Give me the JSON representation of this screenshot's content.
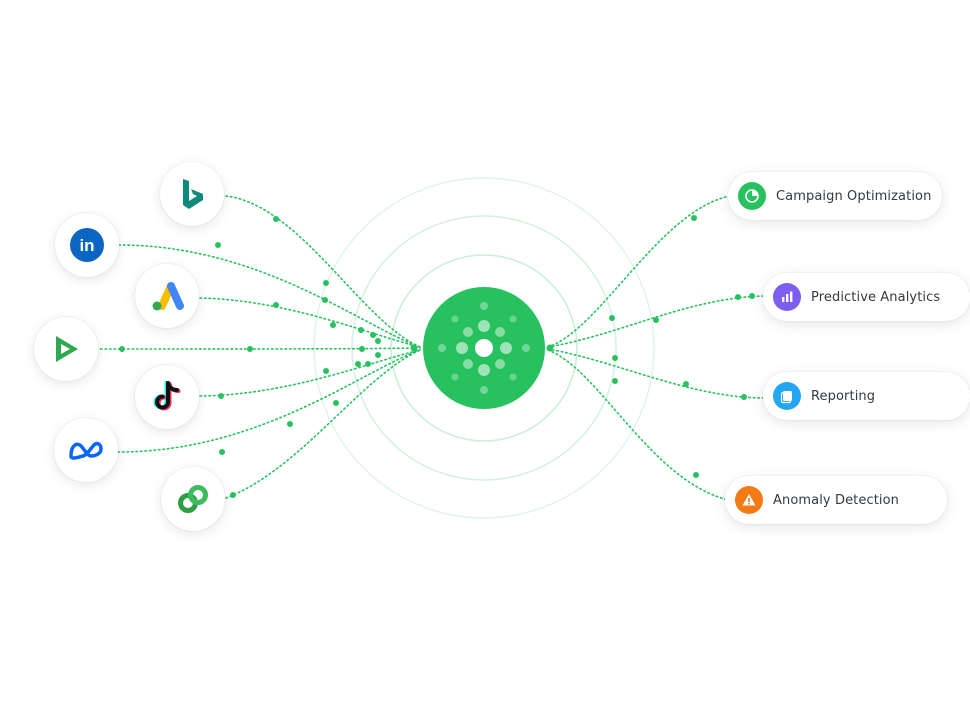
{
  "colors": {
    "accent": "#27c25f",
    "accent_dark": "#1fae52",
    "ring": "#c8efd6",
    "text": "#333a40"
  },
  "sources": [
    {
      "name": "bing",
      "icon": "bing-logo-icon"
    },
    {
      "name": "linkedin",
      "icon": "linkedin-logo-icon"
    },
    {
      "name": "google-ads",
      "icon": "google-ads-logo-icon"
    },
    {
      "name": "google-play",
      "icon": "play-logo-icon"
    },
    {
      "name": "tiktok",
      "icon": "tiktok-logo-icon"
    },
    {
      "name": "meta",
      "icon": "meta-logo-icon"
    },
    {
      "name": "linked-circles",
      "icon": "linked-circles-logo-icon"
    }
  ],
  "hub": {
    "icon": "hub-dots-icon"
  },
  "outputs": [
    {
      "label": "Campaign Optimization",
      "icon": "pie-chart-icon",
      "color": "#27c25f"
    },
    {
      "label": "Predictive Analytics",
      "icon": "bar-chart-icon",
      "color": "#7d5cf0"
    },
    {
      "label": "Reporting",
      "icon": "report-icon",
      "color": "#23a6f2"
    },
    {
      "label": "Anomaly Detection",
      "icon": "warning-icon",
      "color": "#f47a16"
    }
  ]
}
